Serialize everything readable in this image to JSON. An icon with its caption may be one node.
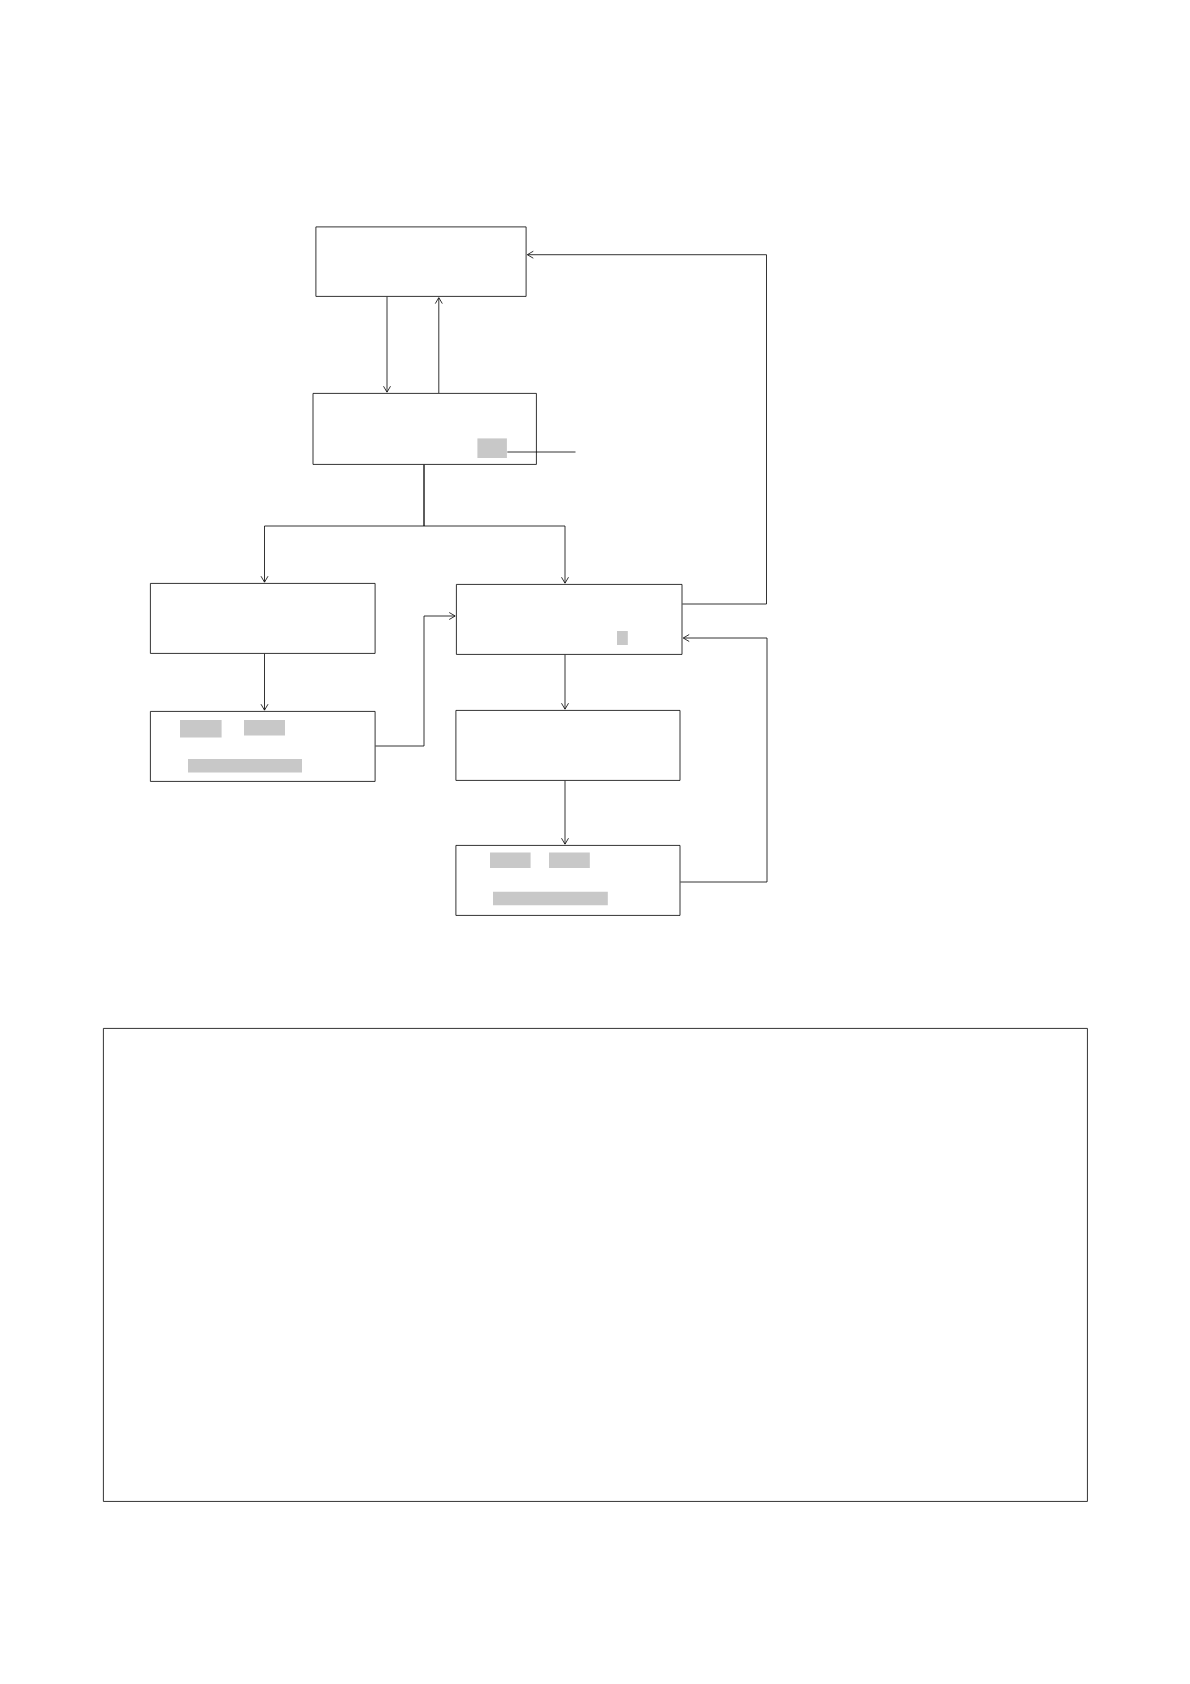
{
  "diagram": {
    "nodes": [
      {
        "text": [],
        "shape": "box"
      },
      {
        "text": [],
        "shape": "box"
      },
      {
        "text": [],
        "shape": "box"
      },
      {
        "text": [],
        "shape": "box"
      },
      {
        "text": [],
        "shape": "box"
      },
      {
        "text": [],
        "shape": "box"
      },
      {
        "text": [],
        "shape": "box"
      },
      {
        "text": [],
        "shape": "bar",
        "in": 1
      },
      {
        "text": [],
        "shape": "box"
      }
    ],
    "edges": [
      {
        "from": 0,
        "to": 1,
        "arrow": "to"
      },
      {
        "from": 1,
        "to": 0,
        "arrow": "to"
      },
      {
        "from": 1,
        "to": 2,
        "arrow": "to"
      },
      {
        "from": 1,
        "to": 3,
        "arrow": "to"
      },
      {
        "from": 2,
        "to": 4,
        "arrow": "to"
      },
      {
        "from": 4,
        "to": 3,
        "arrow": "to"
      },
      {
        "from": 3,
        "to": 5,
        "arrow": "to"
      },
      {
        "from": 5,
        "to": 6,
        "arrow": "to"
      },
      {
        "from": 6,
        "to": 3,
        "arrow": "to"
      },
      {
        "from": 3,
        "to": 0,
        "arrow": "to"
      },
      {
        "from": 7,
        "to": null,
        "arrow": "none"
      }
    ]
  }
}
